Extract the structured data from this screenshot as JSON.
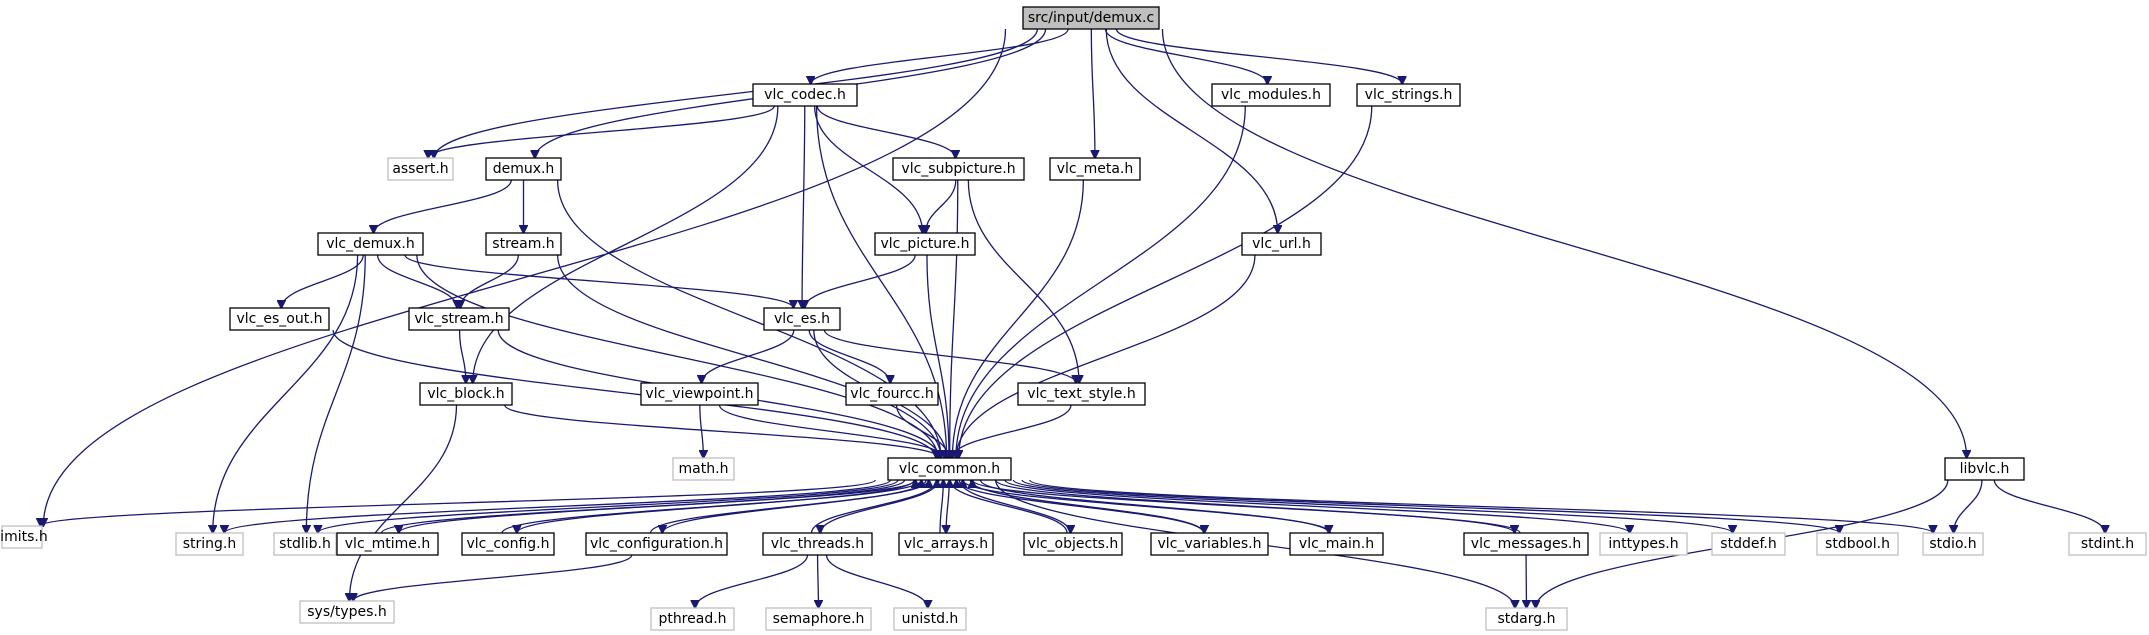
{
  "title": "src/input/demux.c",
  "colors": {
    "edge": "#191970",
    "root_fill": "#bfbfbf",
    "node_border": "#000000",
    "external_border": "#bfbfbf"
  },
  "nodes": [
    {
      "id": "root",
      "label": "src/input/demux.c",
      "kind": "root"
    },
    {
      "id": "limits",
      "label": "limits.h",
      "kind": "external"
    },
    {
      "id": "assert",
      "label": "assert.h",
      "kind": "external"
    },
    {
      "id": "codec",
      "label": "vlc_codec.h",
      "kind": "local"
    },
    {
      "id": "demuxh",
      "label": "demux.h",
      "kind": "local"
    },
    {
      "id": "modules",
      "label": "vlc_modules.h",
      "kind": "local"
    },
    {
      "id": "strings",
      "label": "vlc_strings.h",
      "kind": "local"
    },
    {
      "id": "meta",
      "label": "vlc_meta.h",
      "kind": "local"
    },
    {
      "id": "subpicture",
      "label": "vlc_subpicture.h",
      "kind": "local"
    },
    {
      "id": "vlcdemux",
      "label": "vlc_demux.h",
      "kind": "local"
    },
    {
      "id": "stream",
      "label": "stream.h",
      "kind": "local"
    },
    {
      "id": "picture",
      "label": "vlc_picture.h",
      "kind": "local"
    },
    {
      "id": "url",
      "label": "vlc_url.h",
      "kind": "local"
    },
    {
      "id": "esout",
      "label": "vlc_es_out.h",
      "kind": "local"
    },
    {
      "id": "vstream",
      "label": "vlc_stream.h",
      "kind": "local"
    },
    {
      "id": "es",
      "label": "vlc_es.h",
      "kind": "local"
    },
    {
      "id": "block",
      "label": "vlc_block.h",
      "kind": "local"
    },
    {
      "id": "viewpoint",
      "label": "vlc_viewpoint.h",
      "kind": "local"
    },
    {
      "id": "fourcc",
      "label": "vlc_fourcc.h",
      "kind": "local"
    },
    {
      "id": "textstyle",
      "label": "vlc_text_style.h",
      "kind": "local"
    },
    {
      "id": "math",
      "label": "math.h",
      "kind": "external"
    },
    {
      "id": "common",
      "label": "vlc_common.h",
      "kind": "local"
    },
    {
      "id": "libvlc",
      "label": "libvlc.h",
      "kind": "local"
    },
    {
      "id": "string",
      "label": "string.h",
      "kind": "external"
    },
    {
      "id": "stdlib",
      "label": "stdlib.h",
      "kind": "external"
    },
    {
      "id": "mtime",
      "label": "vlc_mtime.h",
      "kind": "local"
    },
    {
      "id": "config",
      "label": "vlc_config.h",
      "kind": "local"
    },
    {
      "id": "configuration",
      "label": "vlc_configuration.h",
      "kind": "local"
    },
    {
      "id": "threads",
      "label": "vlc_threads.h",
      "kind": "local"
    },
    {
      "id": "arrays",
      "label": "vlc_arrays.h",
      "kind": "local"
    },
    {
      "id": "objects",
      "label": "vlc_objects.h",
      "kind": "local"
    },
    {
      "id": "variables",
      "label": "vlc_variables.h",
      "kind": "local"
    },
    {
      "id": "vmain",
      "label": "vlc_main.h",
      "kind": "local"
    },
    {
      "id": "messages",
      "label": "vlc_messages.h",
      "kind": "local"
    },
    {
      "id": "inttypes",
      "label": "inttypes.h",
      "kind": "external"
    },
    {
      "id": "stddef",
      "label": "stddef.h",
      "kind": "external"
    },
    {
      "id": "stdbool",
      "label": "stdbool.h",
      "kind": "external"
    },
    {
      "id": "stdio",
      "label": "stdio.h",
      "kind": "external"
    },
    {
      "id": "stdint",
      "label": "stdint.h",
      "kind": "external"
    },
    {
      "id": "systypes",
      "label": "sys/types.h",
      "kind": "external"
    },
    {
      "id": "pthread",
      "label": "pthread.h",
      "kind": "external"
    },
    {
      "id": "semaphore",
      "label": "semaphore.h",
      "kind": "external"
    },
    {
      "id": "unistd",
      "label": "unistd.h",
      "kind": "external"
    },
    {
      "id": "stdarg",
      "label": "stdarg.h",
      "kind": "external"
    }
  ],
  "edges": [
    [
      "root",
      "limits"
    ],
    [
      "root",
      "assert"
    ],
    [
      "root",
      "codec"
    ],
    [
      "root",
      "demuxh"
    ],
    [
      "root",
      "modules"
    ],
    [
      "root",
      "strings"
    ],
    [
      "root",
      "meta"
    ],
    [
      "root",
      "url"
    ],
    [
      "root",
      "libvlc"
    ],
    [
      "codec",
      "assert"
    ],
    [
      "codec",
      "subpicture"
    ],
    [
      "codec",
      "picture"
    ],
    [
      "codec",
      "es"
    ],
    [
      "codec",
      "block"
    ],
    [
      "codec",
      "common"
    ],
    [
      "demuxh",
      "vlcdemux"
    ],
    [
      "demuxh",
      "stream"
    ],
    [
      "demuxh",
      "common"
    ],
    [
      "modules",
      "common"
    ],
    [
      "strings",
      "common"
    ],
    [
      "meta",
      "common"
    ],
    [
      "url",
      "common"
    ],
    [
      "subpicture",
      "picture"
    ],
    [
      "subpicture",
      "textstyle"
    ],
    [
      "subpicture",
      "common"
    ],
    [
      "vlcdemux",
      "esout"
    ],
    [
      "vlcdemux",
      "vstream"
    ],
    [
      "vlcdemux",
      "es"
    ],
    [
      "vlcdemux",
      "string"
    ],
    [
      "vlcdemux",
      "stdlib"
    ],
    [
      "vlcdemux",
      "common"
    ],
    [
      "stream",
      "vstream"
    ],
    [
      "stream",
      "common"
    ],
    [
      "picture",
      "es"
    ],
    [
      "picture",
      "common"
    ],
    [
      "esout",
      "common"
    ],
    [
      "vstream",
      "block"
    ],
    [
      "vstream",
      "common"
    ],
    [
      "es",
      "viewpoint"
    ],
    [
      "es",
      "fourcc"
    ],
    [
      "es",
      "textstyle"
    ],
    [
      "es",
      "common"
    ],
    [
      "block",
      "systypes"
    ],
    [
      "block",
      "common"
    ],
    [
      "viewpoint",
      "math"
    ],
    [
      "viewpoint",
      "common"
    ],
    [
      "fourcc",
      "common"
    ],
    [
      "textstyle",
      "common"
    ],
    [
      "common",
      "limits"
    ],
    [
      "common",
      "string"
    ],
    [
      "common",
      "stdlib"
    ],
    [
      "common",
      "mtime"
    ],
    [
      "common",
      "config"
    ],
    [
      "common",
      "configuration"
    ],
    [
      "common",
      "threads"
    ],
    [
      "common",
      "arrays"
    ],
    [
      "common",
      "objects"
    ],
    [
      "common",
      "variables"
    ],
    [
      "common",
      "vmain"
    ],
    [
      "common",
      "messages"
    ],
    [
      "common",
      "inttypes"
    ],
    [
      "common",
      "stddef"
    ],
    [
      "common",
      "stdbool"
    ],
    [
      "common",
      "stdio"
    ],
    [
      "common",
      "stdarg"
    ],
    [
      "mtime",
      "common"
    ],
    [
      "config",
      "common"
    ],
    [
      "configuration",
      "common"
    ],
    [
      "threads",
      "common"
    ],
    [
      "arrays",
      "common"
    ],
    [
      "objects",
      "common"
    ],
    [
      "variables",
      "common"
    ],
    [
      "vmain",
      "common"
    ],
    [
      "messages",
      "common"
    ],
    [
      "configuration",
      "systypes"
    ],
    [
      "threads",
      "pthread"
    ],
    [
      "threads",
      "semaphore"
    ],
    [
      "threads",
      "unistd"
    ],
    [
      "messages",
      "stdarg"
    ],
    [
      "libvlc",
      "stdio"
    ],
    [
      "libvlc",
      "stdint"
    ],
    [
      "libvlc",
      "stdarg"
    ]
  ]
}
